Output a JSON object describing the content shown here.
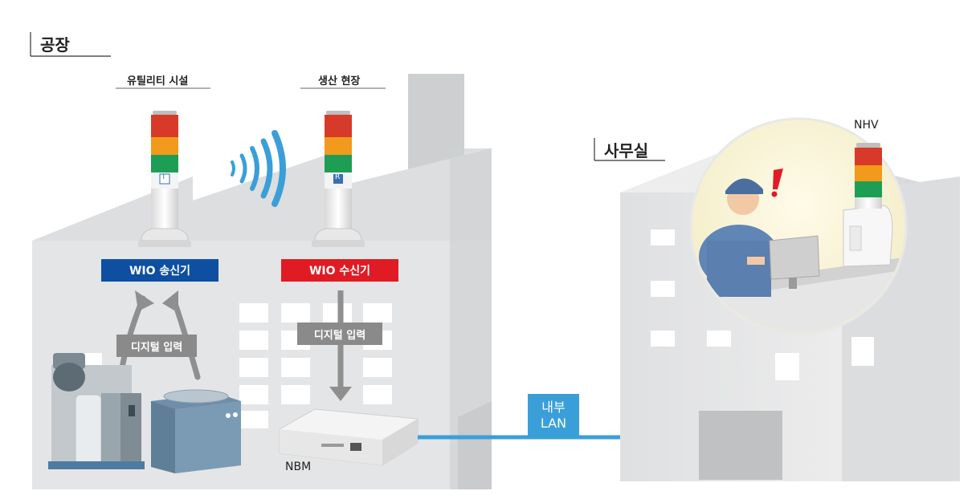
{
  "factory": {
    "title": "공장",
    "utility_label": "유틸리티 시설",
    "production_label": "생산 현장",
    "transmitter_badge": "WIO 송신기",
    "receiver_badge": "WIO 수신기",
    "digital_input_left": "디지털 입력",
    "digital_input_right": "디지털 입력",
    "nbm_label": "NBM",
    "transmitter_mark": "T",
    "receiver_mark": "R"
  },
  "office": {
    "title": "사무실",
    "nhv_label": "NHV"
  },
  "network": {
    "lan_line1": "내부",
    "lan_line2": "LAN"
  },
  "colors": {
    "transmitter": "#0e4fa1",
    "receiver": "#e01b24",
    "lan": "#3a9fd9",
    "building": "#e3e4e5",
    "arrow_gray": "#9a9a9a"
  }
}
